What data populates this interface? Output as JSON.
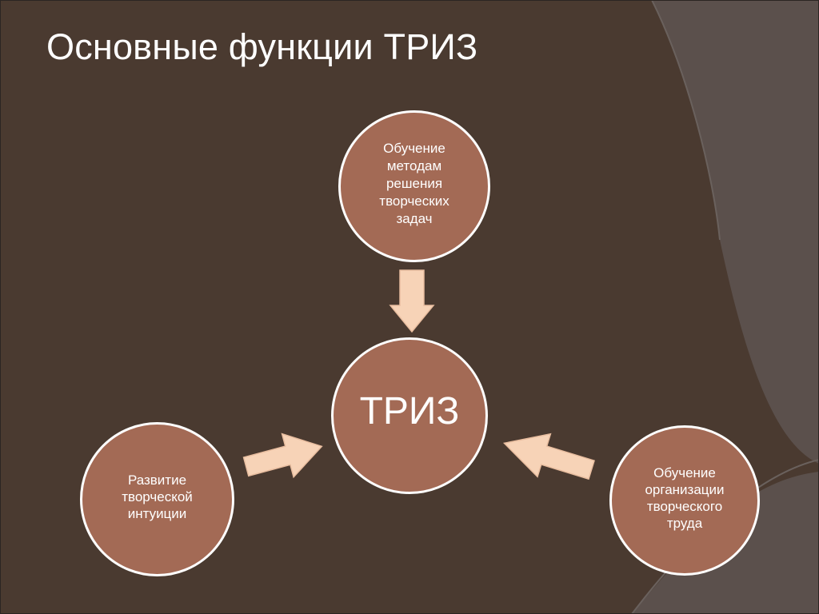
{
  "slide": {
    "title": "Основные функции ТРИЗ"
  },
  "diagram": {
    "center": {
      "label": "ТРИЗ"
    },
    "top": {
      "label": "Обучение\nметодам\nрешения\nтворческих\nзадач"
    },
    "left": {
      "label": "Развитие\nтворческой\nинтуиции"
    },
    "right": {
      "label": "Обучение\nорганизации\nтворческого\nтруда"
    }
  },
  "colors": {
    "background_dark": "#4a3a30",
    "background_outer": "#5b504c",
    "node_fill": "#a36a55",
    "node_border": "#ffffff",
    "arrow_fill": "#f7d3b7",
    "text": "#ffffff"
  }
}
